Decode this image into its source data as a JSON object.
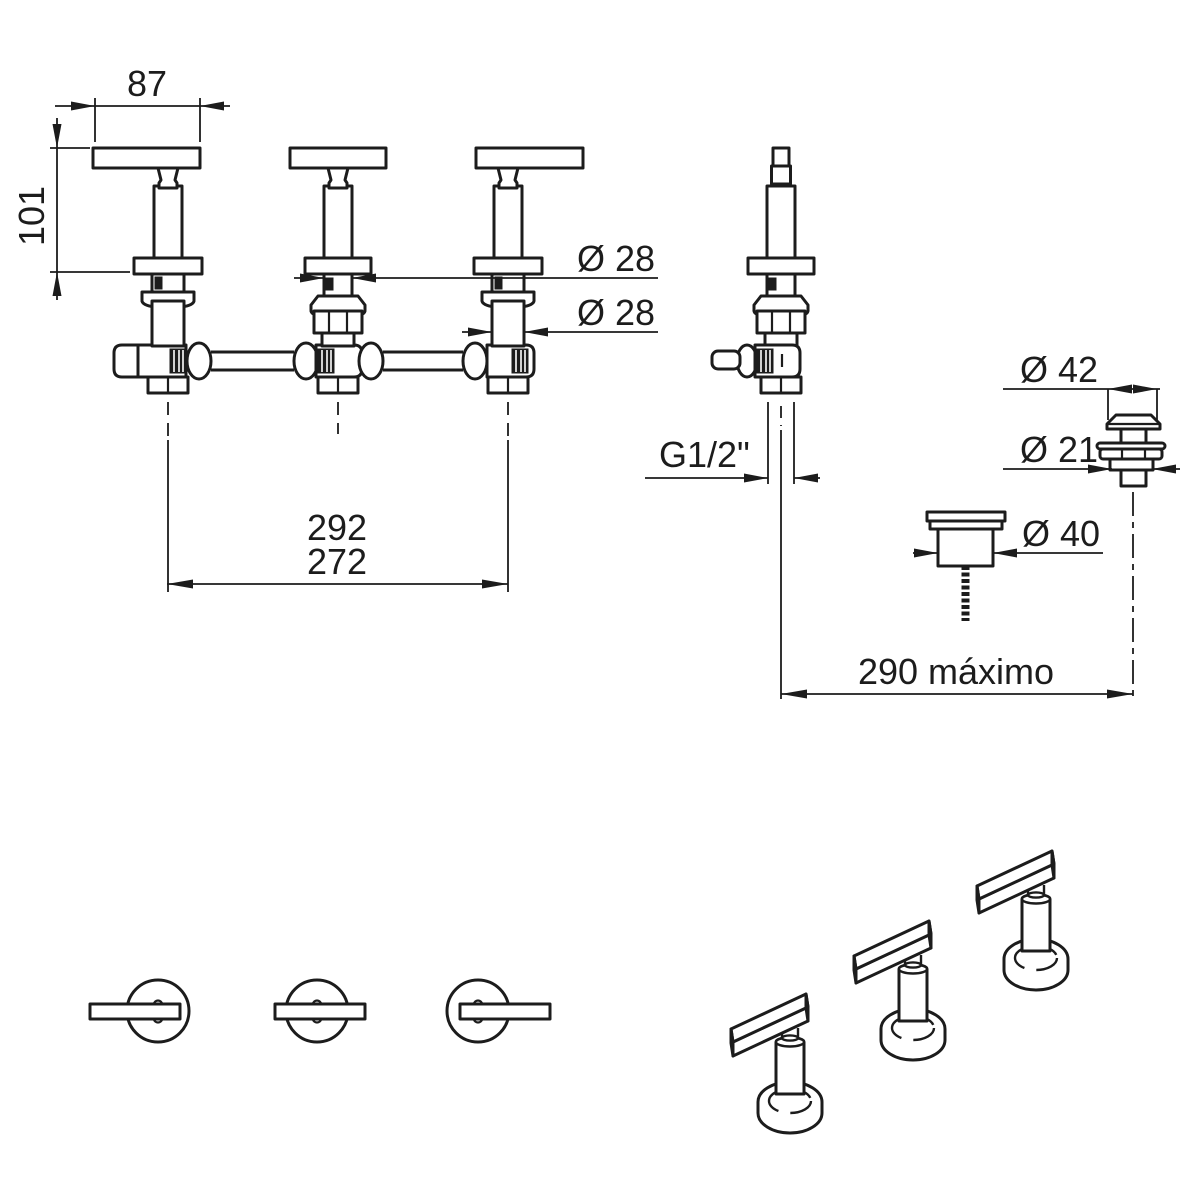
{
  "drawing": {
    "dims": {
      "handle_length": "87",
      "height_above_deck": "101",
      "stem_diameter": "Ø 28",
      "housing_diameter": "Ø 28",
      "spacing_max": "292",
      "spacing_min": "272",
      "inlet_thread": "G1/2\"",
      "waste_flange_diameter": "Ø 42",
      "waste_body_diameter": "Ø 21",
      "plug_diameter": "Ø 40",
      "rod_reach_max": "290 máximo"
    },
    "colors": {
      "line": "#1c1c1c",
      "background": "#ffffff"
    }
  }
}
